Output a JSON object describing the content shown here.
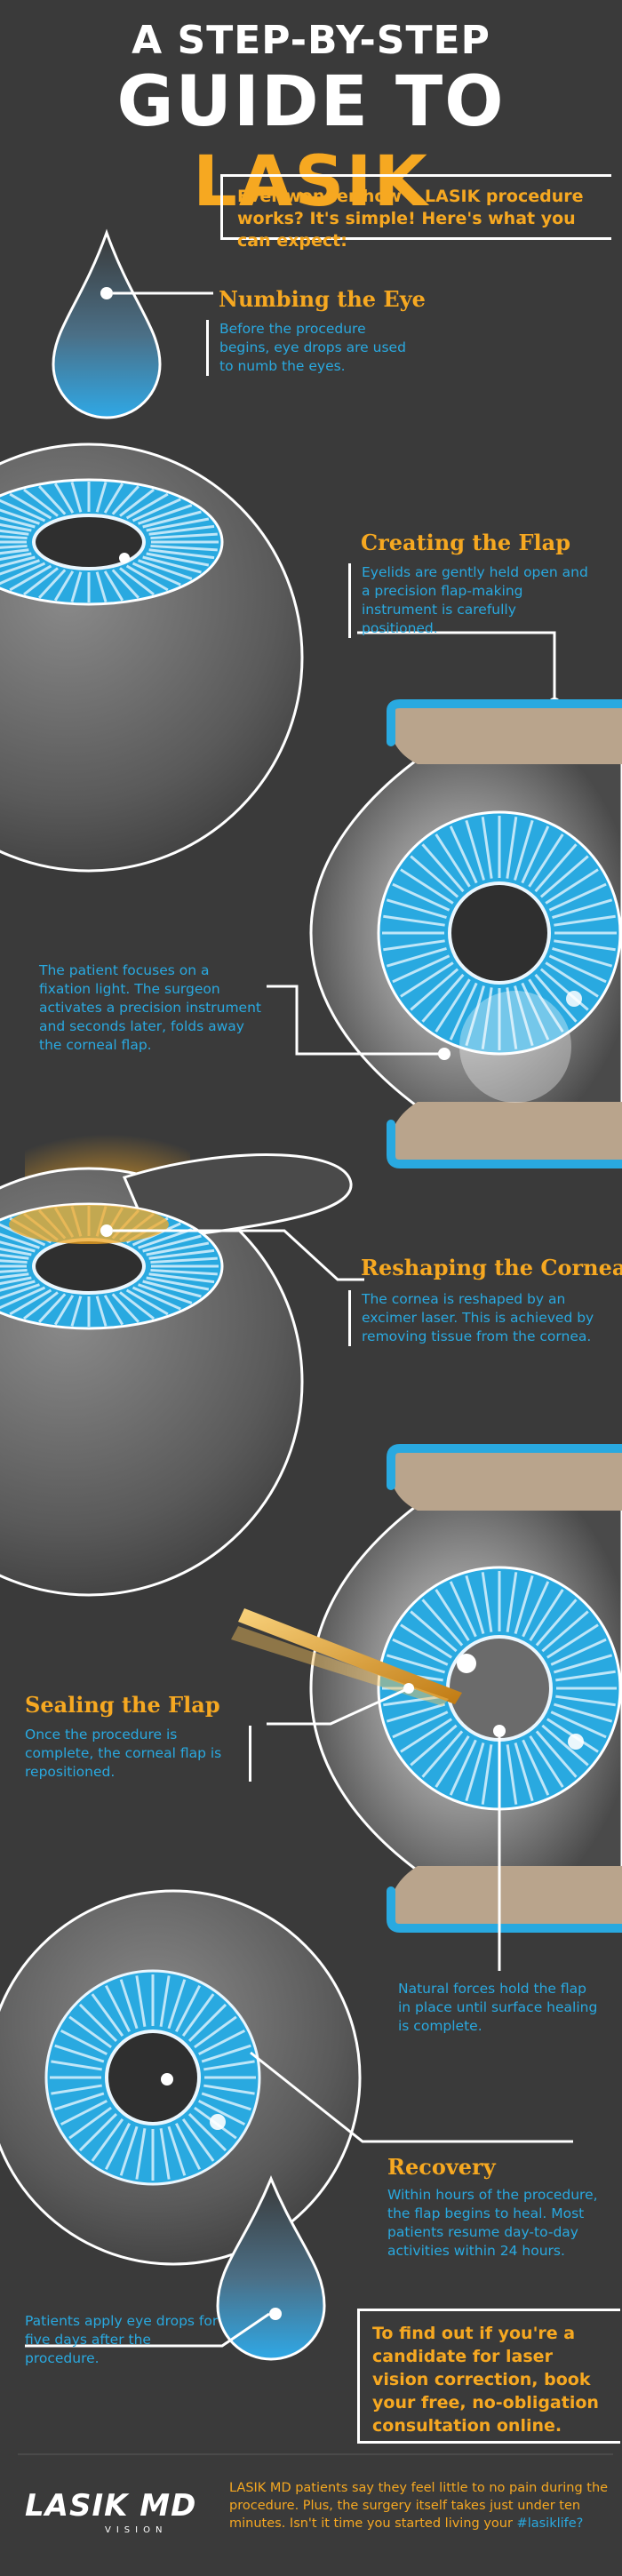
{
  "header": {
    "line1": "A STEP-BY-STEP",
    "line2_white": "GUIDE TO",
    "line2_orange": "LASIK"
  },
  "intro": {
    "text": "Ever wonder how a LASIK procedure works? It's simple! Here's what you can expect:"
  },
  "steps": {
    "numbing": {
      "title": "Numbing the Eye",
      "body": "Before the procedure begins, eye drops are used to numb the eyes."
    },
    "flap": {
      "title": "Creating the Flap",
      "body": "Eyelids are gently held open and a precision flap-making instrument is carefully positioned.",
      "note": "The patient focuses on a fixation light. The surgeon activates a precision instrument and seconds later, folds away the corneal flap."
    },
    "reshaping": {
      "title": "Reshaping the Cornea",
      "body": "The cornea is reshaped by an excimer laser. This is achieved by removing tissue from the cornea."
    },
    "sealing": {
      "title": "Sealing the Flap",
      "body": "Once the procedure is complete, the corneal flap is repositioned.",
      "note": "Natural forces hold the flap in place until surface healing is complete."
    },
    "recovery": {
      "title": "Recovery",
      "body": "Within hours of the procedure, the flap begins to heal. Most patients resume day-to-day activities within 24 hours.",
      "note": "Patients apply eye drops for five days after the procedure."
    }
  },
  "cta": {
    "text": "To find out if you're a candidate for laser vision correction, book your free, no-obligation consultation online."
  },
  "footer": {
    "logo": "LASIK MD",
    "logo_sub": "VISION",
    "text": "LASIK MD patients say they feel little to no pain during the procedure. Plus, the surgery itself takes just under ten minutes. Isn't it time you started living your",
    "hashtag": "#lasiklife?"
  },
  "colors": {
    "background": "#3a3a3a",
    "accent_orange": "#f6a821",
    "accent_blue": "#29a9e0",
    "eyelid_tan": "#b9a48c"
  },
  "icons": [
    "eye-drop-icon",
    "eye-icon",
    "eyelid-speculum-icon",
    "laser-beam-icon",
    "surgical-instrument-icon"
  ]
}
